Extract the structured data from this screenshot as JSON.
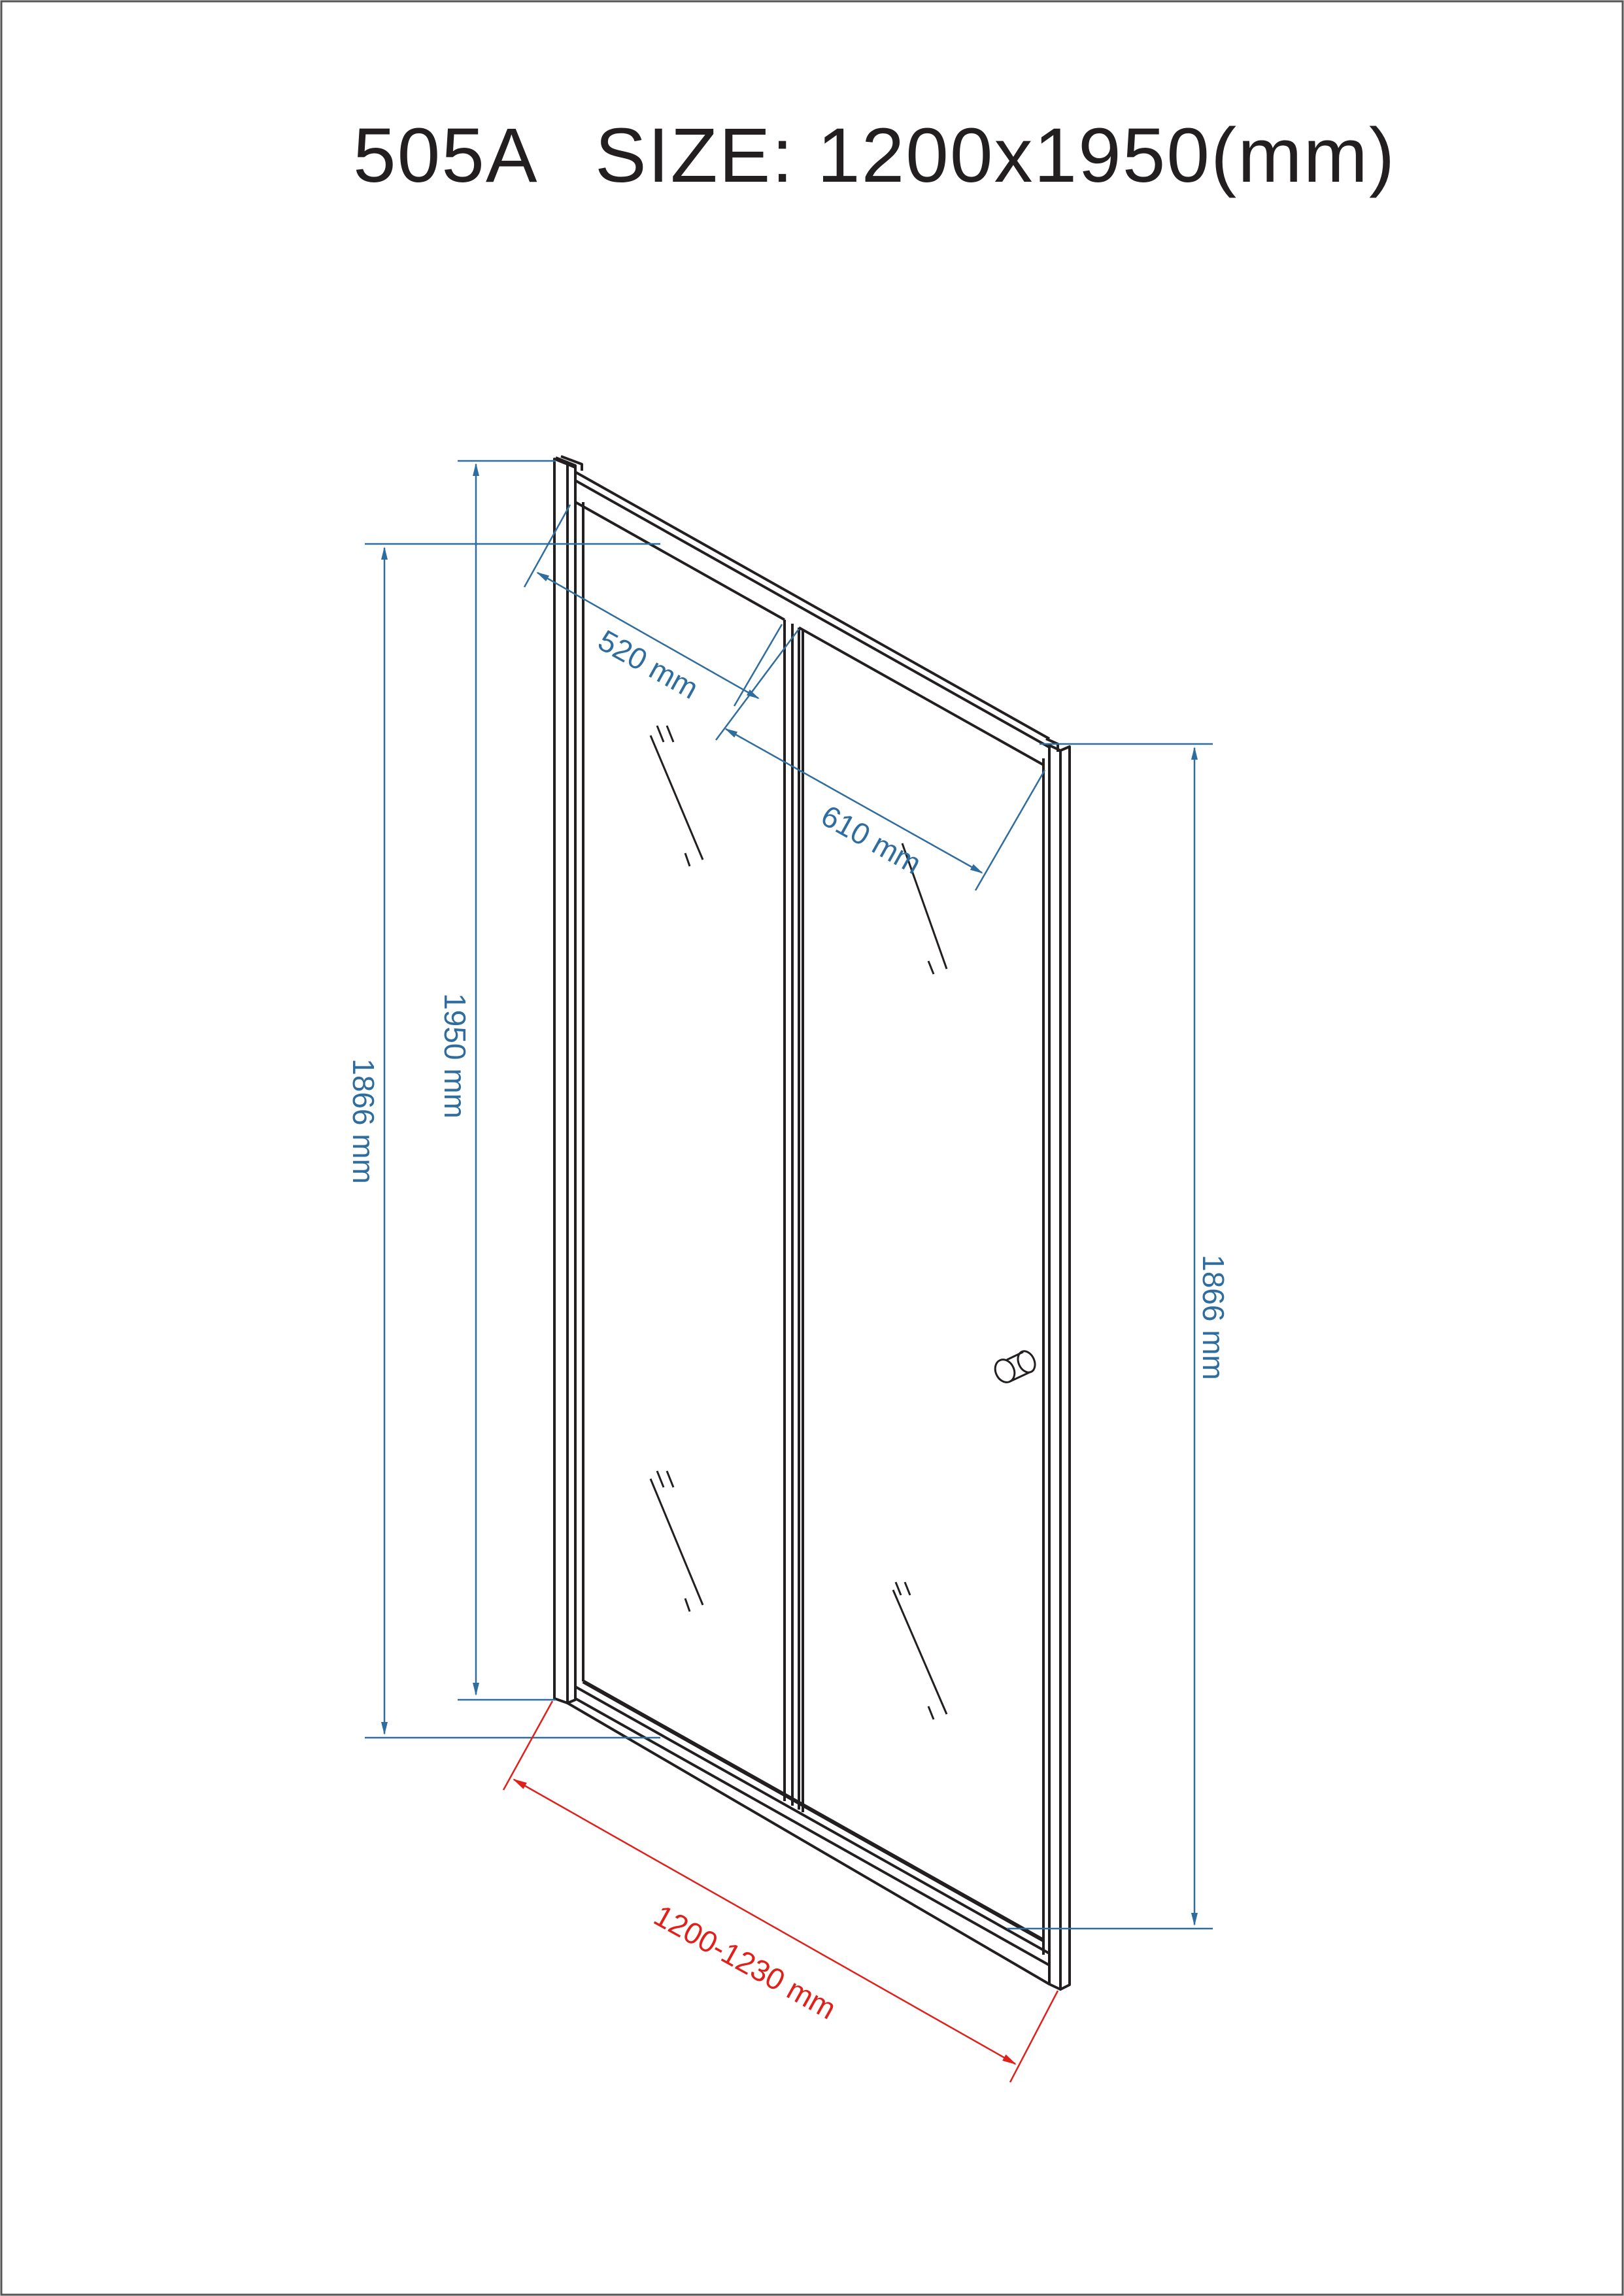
{
  "title": {
    "model": "505A",
    "size_label": "SIZE:",
    "size_value": "1200x1950(mm)"
  },
  "dimensions": {
    "width_total": "1200-1230 mm",
    "height_total": "1950 mm",
    "height_left": "1866 mm",
    "height_right": "1866 mm",
    "panel_fixed": "520 mm",
    "panel_folding": "610 mm"
  },
  "colors": {
    "outline": "#231f20",
    "dimension": "#2f6d9e",
    "width_dimension": "#e0201b",
    "border": "#555555"
  }
}
